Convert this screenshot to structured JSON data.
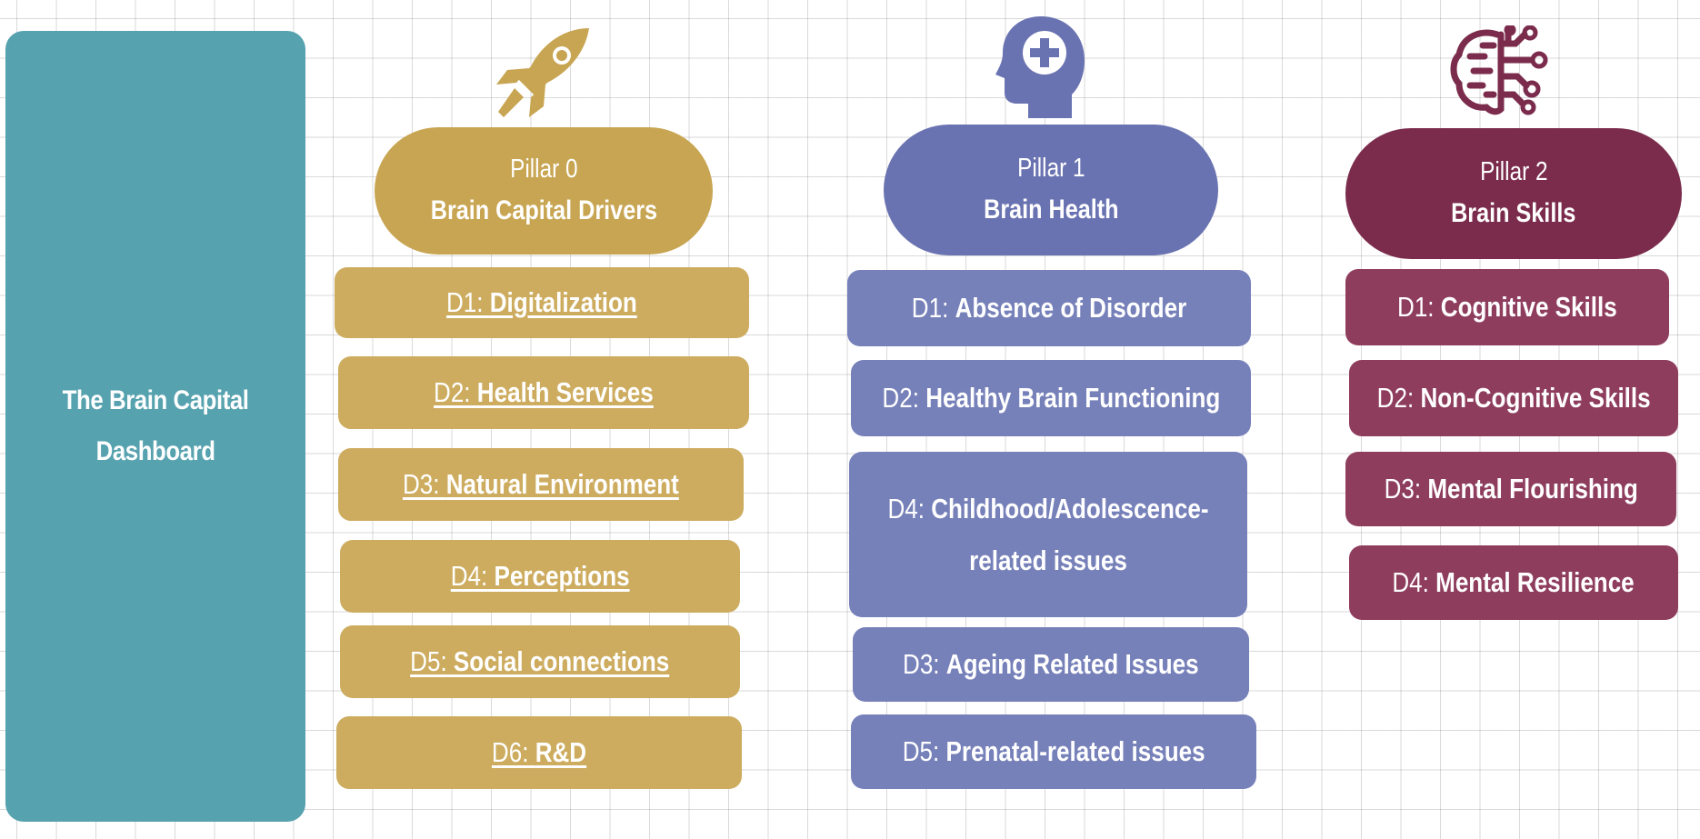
{
  "colors": {
    "sidebar": "#56a2af",
    "pillar0_head": "#c8a552",
    "pillar0_item": "#cdac5f",
    "pillar1_head": "#6a73b1",
    "pillar1_item": "#7680b9",
    "pillar2_head": "#7b2c4c",
    "pillar2_item": "#8e3d5d"
  },
  "sidebar": {
    "title": "The Brain Capital\nDashboard"
  },
  "pillars": [
    {
      "icon": "rocket-icon",
      "number": "Pillar 0",
      "name": "Brain Capital Drivers",
      "items": [
        {
          "code": "D1:",
          "label": "Digitalization"
        },
        {
          "code": "D2:",
          "label": "Health Services"
        },
        {
          "code": "D3:",
          "label": "Natural Environment"
        },
        {
          "code": "D4:",
          "label": "Perceptions"
        },
        {
          "code": "D5:",
          "label": "Social connections"
        },
        {
          "code": "D6:",
          "label": "R&D"
        }
      ]
    },
    {
      "icon": "head-health-icon",
      "number": "Pillar 1",
      "name": "Brain Health",
      "items": [
        {
          "code": "D1:",
          "label": "Absence of Disorder"
        },
        {
          "code": "D2:",
          "label": "Healthy Brain Functioning"
        },
        {
          "code": "D4:",
          "label": "Childhood/Adolescence-related issues"
        },
        {
          "code": "D3:",
          "label": "Ageing Related Issues"
        },
        {
          "code": "D5:",
          "label": "Prenatal-related issues"
        }
      ]
    },
    {
      "icon": "brain-circuit-icon",
      "number": "Pillar 2",
      "name": "Brain Skills",
      "items": [
        {
          "code": "D1:",
          "label": "Cognitive Skills"
        },
        {
          "code": "D2:",
          "label": "Non-Cognitive Skills"
        },
        {
          "code": "D3:",
          "label": "Mental Flourishing"
        },
        {
          "code": "D4:",
          "label": "Mental Resilience"
        }
      ]
    }
  ]
}
